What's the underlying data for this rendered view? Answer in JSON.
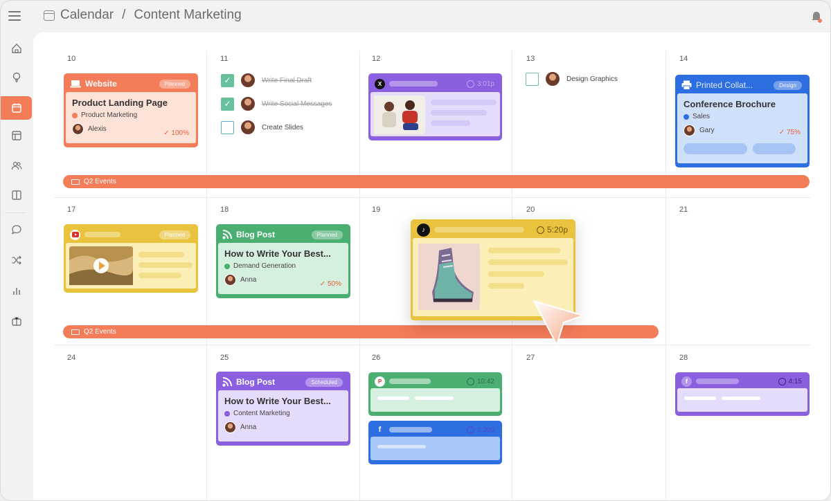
{
  "header": {
    "app_title": "Calendar",
    "separator": "/",
    "page_title": "Content Marketing"
  },
  "icons": {
    "menu": "hamburger-icon",
    "calendar": "calendar-icon",
    "bell": "bell-icon"
  },
  "sidebar": {
    "items": [
      "home-icon",
      "lightbulb-icon",
      "calendar-icon",
      "layout-icon",
      "people-icon",
      "columns-icon",
      "chat-icon",
      "shuffle-icon",
      "bar-chart-icon",
      "briefcase-icon"
    ],
    "active": "calendar-icon"
  },
  "colors": {
    "accent": "#f37c59",
    "purple": "#8a5fe0",
    "yellow": "#e9c33e",
    "green": "#4caf72",
    "blue": "#2d6fe0"
  },
  "days": {
    "row1": [
      "10",
      "11",
      "12",
      "13",
      "14"
    ],
    "row2": [
      "17",
      "18",
      "19",
      "20",
      "21"
    ],
    "row3": [
      "24",
      "25",
      "26",
      "27",
      "28"
    ]
  },
  "events": {
    "q2_label": "Q2 Events"
  },
  "cards": {
    "website": {
      "type": "Website",
      "status": "Planned",
      "title": "Product Landing Page",
      "tag": "Product Marketing",
      "person": "Alexis",
      "progress": "100%"
    },
    "tasks": [
      {
        "label": "Write Final Draft",
        "done": true
      },
      {
        "label": "Write Social Messages",
        "done": true
      },
      {
        "label": "Create Slides",
        "done": false
      }
    ],
    "x_post": {
      "time": "3:01p"
    },
    "design_task": {
      "label": "Design Graphics",
      "done": false
    },
    "printed": {
      "type": "Printed Collat...",
      "status": "Design",
      "title": "Conference Brochure",
      "tag": "Sales",
      "person": "Gary",
      "progress": "75%"
    },
    "youtube": {
      "status": "Planned"
    },
    "blog1": {
      "type": "Blog Post",
      "status": "Planned",
      "title": "How to Write Your Best...",
      "tag": "Demand Generation",
      "person": "Anna",
      "progress": "50%"
    },
    "tiktok": {
      "time": "5:20p"
    },
    "blog2": {
      "type": "Blog Post",
      "status": "Scheduled",
      "title": "How to Write Your Best...",
      "tag": "Content Marketing",
      "person": "Anna"
    },
    "pinterest": {
      "time": "10:42"
    },
    "facebook1": {
      "time": "1:20p"
    },
    "facebook2": {
      "time": "4:15"
    }
  }
}
